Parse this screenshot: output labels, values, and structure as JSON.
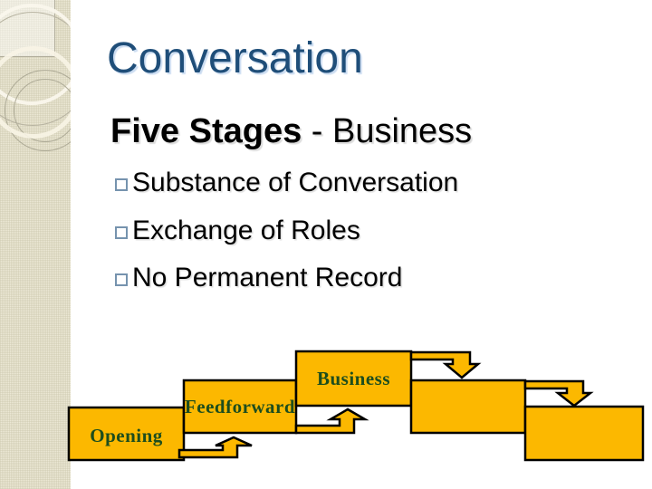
{
  "slide": {
    "title": "Conversation",
    "subtitle": {
      "bold": "Five Stages",
      "rest": " - Business"
    },
    "bullets": [
      "Substance of Conversation",
      "Exchange of Roles",
      "No Permanent Record"
    ],
    "diagram": {
      "steps": [
        {
          "label": "Opening"
        },
        {
          "label": "Feedforward"
        },
        {
          "label": "Business"
        },
        {
          "label": ""
        },
        {
          "label": ""
        }
      ]
    },
    "colors": {
      "title_text": "#1f4e79",
      "body_text": "#000000",
      "step_fill": "#fcb800",
      "step_border": "#000000",
      "step_label_text": "#1d4d1d",
      "bullet_marker": "#7693ae",
      "sidebar_background": "#ebe7d4"
    }
  }
}
